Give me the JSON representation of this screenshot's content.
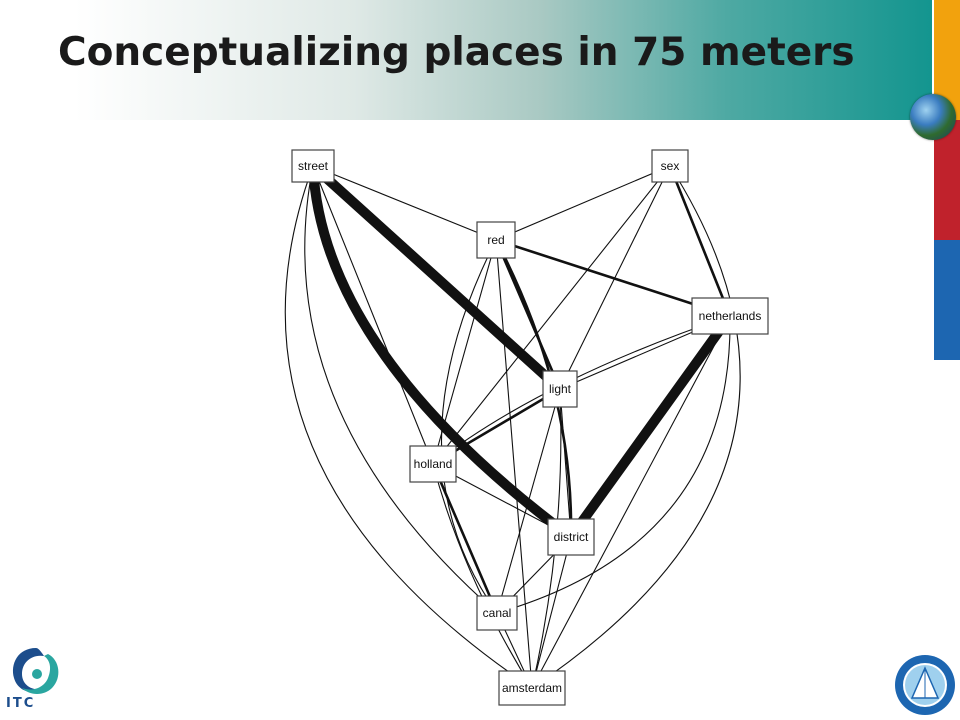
{
  "slide": {
    "title": "Conceptualizing places in 75 meters",
    "footer_logo_text": "ITC"
  },
  "colors": {
    "header_gradient_end": "#13958f",
    "stripe_orange": "#f2a20d",
    "stripe_red": "#c0222c",
    "stripe_blue": "#1d66b1",
    "itc_blue": "#1c4d8c"
  },
  "icons": [
    "globe-icon",
    "itc-logo-icon",
    "university-seal-icon"
  ],
  "graph": {
    "nodes": [
      {
        "id": "street",
        "label": "street"
      },
      {
        "id": "sex",
        "label": "sex"
      },
      {
        "id": "red",
        "label": "red"
      },
      {
        "id": "netherlands",
        "label": "netherlands"
      },
      {
        "id": "light",
        "label": "light"
      },
      {
        "id": "holland",
        "label": "holland"
      },
      {
        "id": "district",
        "label": "district"
      },
      {
        "id": "canal",
        "label": "canal"
      },
      {
        "id": "amsterdam",
        "label": "amsterdam"
      }
    ],
    "edges": [
      {
        "from": "street",
        "to": "light",
        "weight": "heavy"
      },
      {
        "from": "street",
        "to": "district",
        "weight": "heavy"
      },
      {
        "from": "netherlands",
        "to": "district",
        "weight": "heavy"
      },
      {
        "from": "light",
        "to": "holland",
        "weight": "medium"
      },
      {
        "from": "sex",
        "to": "netherlands",
        "weight": "medium"
      },
      {
        "from": "red",
        "to": "netherlands",
        "weight": "medium"
      },
      {
        "from": "red",
        "to": "light",
        "weight": "medium"
      },
      {
        "from": "red",
        "to": "district",
        "weight": "medium"
      },
      {
        "from": "holland",
        "to": "canal",
        "weight": "medium"
      },
      {
        "from": "street",
        "to": "red",
        "weight": "thin"
      },
      {
        "from": "street",
        "to": "holland",
        "weight": "thin"
      },
      {
        "from": "street",
        "to": "canal",
        "weight": "thin"
      },
      {
        "from": "street",
        "to": "amsterdam",
        "weight": "thin"
      },
      {
        "from": "sex",
        "to": "red",
        "weight": "thin"
      },
      {
        "from": "sex",
        "to": "light",
        "weight": "thin"
      },
      {
        "from": "sex",
        "to": "holland",
        "weight": "thin"
      },
      {
        "from": "sex",
        "to": "amsterdam",
        "weight": "thin"
      },
      {
        "from": "red",
        "to": "holland",
        "weight": "thin"
      },
      {
        "from": "red",
        "to": "canal",
        "weight": "thin"
      },
      {
        "from": "red",
        "to": "amsterdam",
        "weight": "thin"
      },
      {
        "from": "netherlands",
        "to": "light",
        "weight": "thin"
      },
      {
        "from": "netherlands",
        "to": "holland",
        "weight": "thin"
      },
      {
        "from": "netherlands",
        "to": "canal",
        "weight": "thin"
      },
      {
        "from": "netherlands",
        "to": "amsterdam",
        "weight": "thin"
      },
      {
        "from": "light",
        "to": "district",
        "weight": "thin"
      },
      {
        "from": "light",
        "to": "canal",
        "weight": "thin"
      },
      {
        "from": "light",
        "to": "amsterdam",
        "weight": "thin"
      },
      {
        "from": "holland",
        "to": "district",
        "weight": "thin"
      },
      {
        "from": "holland",
        "to": "amsterdam",
        "weight": "thin"
      },
      {
        "from": "district",
        "to": "canal",
        "weight": "thin"
      },
      {
        "from": "district",
        "to": "amsterdam",
        "weight": "thin"
      },
      {
        "from": "canal",
        "to": "amsterdam",
        "weight": "thin"
      }
    ]
  }
}
